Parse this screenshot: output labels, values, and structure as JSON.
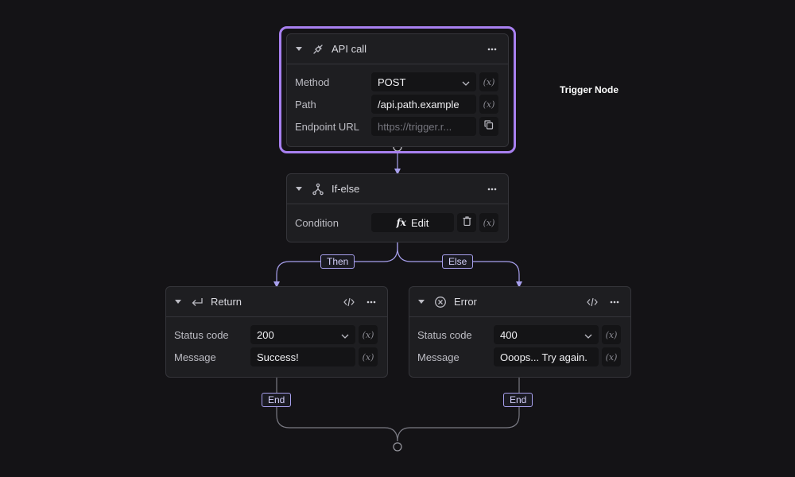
{
  "colors": {
    "background": "#141316",
    "node_bg": "#1e1e21",
    "selected_outline": "#a880f0",
    "edge": "#7b7b84",
    "edge_arrow": "#a8a0ee",
    "badge_border": "#a8a0ee"
  },
  "trigger_label": "Trigger Node",
  "api_node": {
    "title": "API call",
    "icon": "plug-icon",
    "fields": [
      {
        "label": "Method",
        "value": "POST",
        "control": "select"
      },
      {
        "label": "Path",
        "value": "/api.path.example",
        "control": "text"
      },
      {
        "label": "Endpoint URL",
        "placeholder": "https://trigger.r...",
        "control": "readonly-copy"
      }
    ]
  },
  "ifelse_node": {
    "title": "If-else",
    "icon": "branch-icon",
    "condition_label": "Condition",
    "edit_label": "Edit",
    "fx_symbol": "fx"
  },
  "return_node": {
    "title": "Return",
    "icon": "return-arrow-icon",
    "status_label": "Status code",
    "status_value": "200",
    "message_label": "Message",
    "message_value": "Success!"
  },
  "error_node": {
    "title": "Error",
    "icon": "x-circle-icon",
    "status_label": "Status code",
    "status_value": "400",
    "message_label": "Message",
    "message_value": "Ooops... Try again."
  },
  "variable_symbol": "(x)",
  "edges": {
    "then_label": "Then",
    "else_label": "Else",
    "end_label_left": "End",
    "end_label_right": "End"
  }
}
